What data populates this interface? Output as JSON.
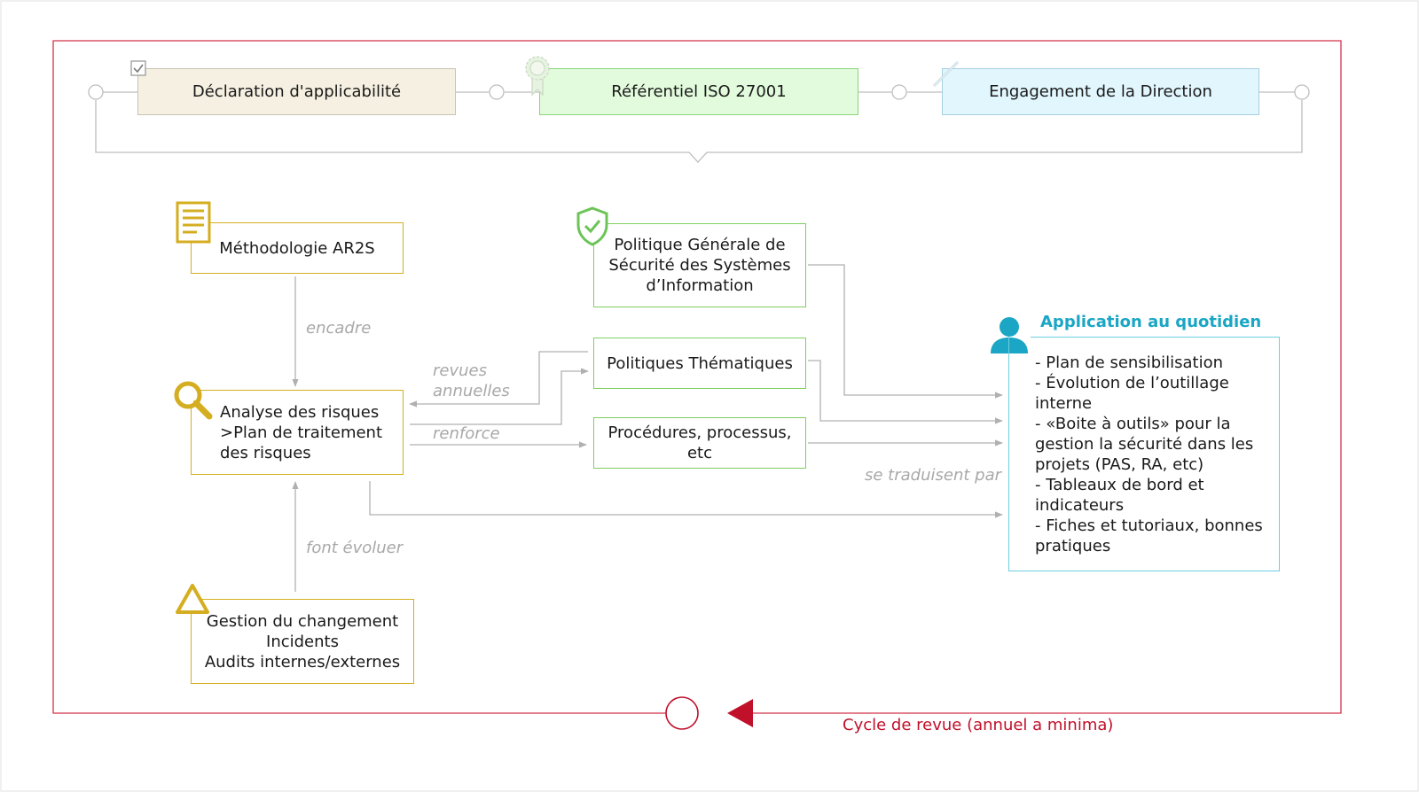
{
  "header": {
    "declaration": "Déclaration d'applicabilité",
    "referentiel": "Référentiel ISO 27001",
    "engagement": "Engagement de la Direction"
  },
  "nodes": {
    "methodologie": "Méthodologie AR2S",
    "analyse": [
      "Analyse des risques",
      ">Plan de traitement",
      "des risques"
    ],
    "gestion": [
      "Gestion du changement",
      "Incidents",
      "Audits internes/externes"
    ],
    "politique_generale": [
      "Politique Générale de",
      "Sécurité des Systèmes",
      "d’Information"
    ],
    "politiques_thematiques": "Politiques Thématiques",
    "procedures": [
      "Procédures, processus,",
      "etc"
    ]
  },
  "edges": {
    "encadre": "encadre",
    "revues_annuelles": [
      "revues",
      "annuelles"
    ],
    "renforce": "renforce",
    "font_evoluer": "font évoluer",
    "se_traduisent_par": "se traduisent par"
  },
  "application": {
    "title": "Application au quotidien",
    "items": [
      "- Plan de sensibilisation",
      "- Évolution de l’outillage",
      "interne",
      "- «Boite à outils» pour la",
      "gestion la sécurité dans les",
      "projets (PAS, RA, etc)",
      "- Tableaux de bord et",
      "indicateurs",
      "- Fiches et tutoriaux, bonnes",
      "pratiques"
    ]
  },
  "cycle": {
    "label": "Cycle de revue (annuel a minima)"
  },
  "icons": {
    "declaration": "checkbox-icon",
    "referentiel": "award-ribbon-icon",
    "engagement": "pen-icon",
    "methodologie": "document-icon",
    "analyse": "magnifier-icon",
    "gestion": "warning-triangle-icon",
    "politique": "shield-check-icon",
    "application": "user-icon"
  },
  "colors": {
    "frame": "#d4344a",
    "yellow": "#d4ae20",
    "green": "#7fcf5f",
    "cyan": "#1aa6c4",
    "arrow": "#b0b0b0",
    "declaration_fill": "#f5f0e1",
    "referentiel_fill": "#e2fbdc",
    "engagement_fill": "#e1f6fd"
  }
}
